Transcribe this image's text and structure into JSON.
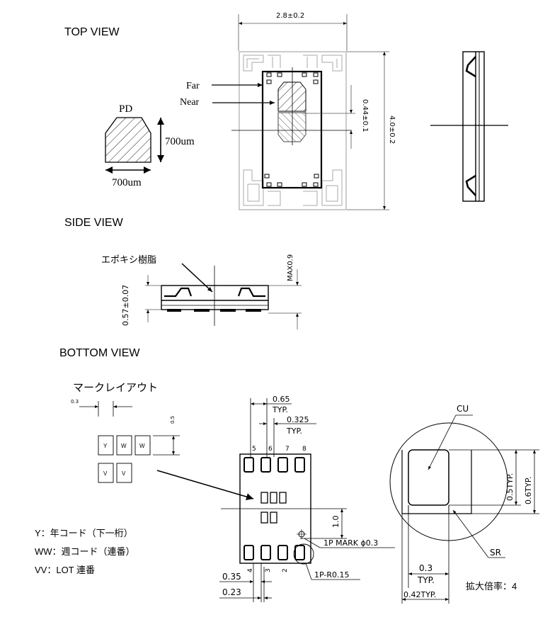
{
  "sections": {
    "top_view": "TOP VIEW",
    "side_view": "SIDE VIEW",
    "bottom_view": "BOTTOM VIEW"
  },
  "top": {
    "width_dim": "2.8±0.2",
    "height_dim": "4.0±0.2",
    "gap_dim": "0.44±0.1",
    "far_label": "Far",
    "near_label": "Near",
    "pd_label": "PD",
    "pd_height": "700um",
    "pd_width": "700um"
  },
  "side": {
    "epoxy_label": "エポキシ樹脂",
    "max_dim": "MAX0.9",
    "thickness_dim": "0.57±0.07"
  },
  "mark_layout": {
    "title": "マークレイアウト",
    "dim_spacing": "0.3",
    "dim_height": "0.5",
    "row1": [
      "Y",
      "W",
      "W"
    ],
    "row2": [
      "V",
      "V"
    ],
    "legend": [
      "Y：年コード（下一桁）",
      "WW：週コード（連番）",
      "VV：LOT 連番"
    ]
  },
  "bottom": {
    "pitch_dim": "0.65",
    "pitch_typ": "TYP.",
    "half_pitch_dim": "0.325",
    "half_pitch_typ": "TYP.",
    "pin_numbers_top": [
      "5",
      "6",
      "7",
      "8"
    ],
    "pin_numbers_bottom": [
      "4",
      "3",
      "2"
    ],
    "center_dim": "1.0",
    "mark_dim": "1P MARK ϕ0.3",
    "radius_dim": "1P-R0.15",
    "pad_width_dim": "0.35",
    "pad_inner_dim": "0.23"
  },
  "detail": {
    "cu_label": "CU",
    "sr_label": "SR",
    "h_inner": "0.5TYP.",
    "h_outer": "0.6TYP.",
    "w_inner": "0.3",
    "w_inner_typ": "TYP.",
    "w_outer": "0.42TYP.",
    "scale": "拡大倍率：4"
  }
}
